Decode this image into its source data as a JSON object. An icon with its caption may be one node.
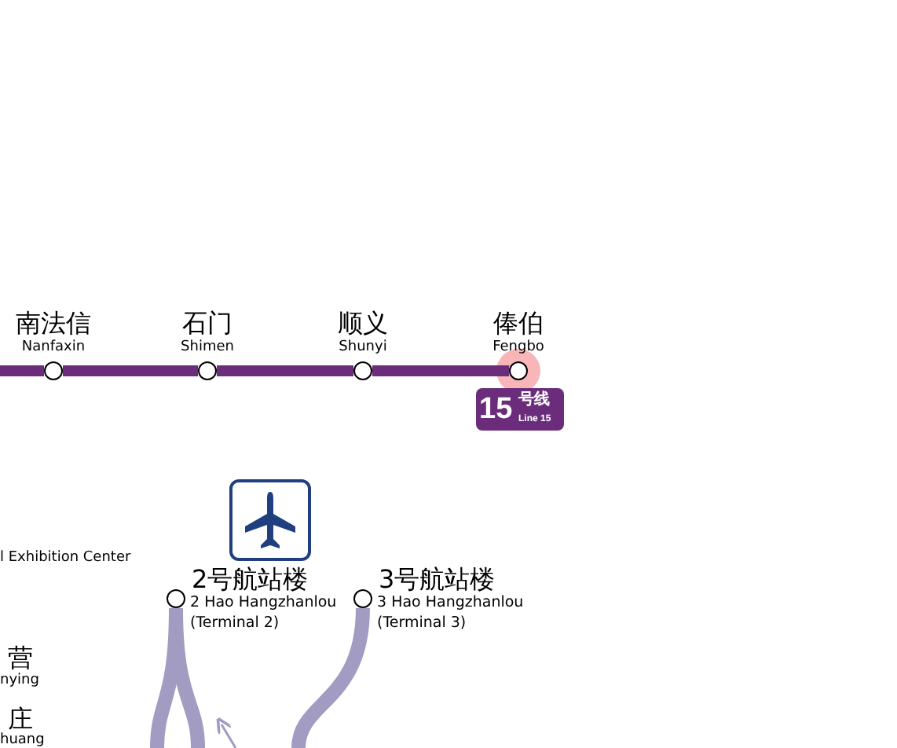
{
  "diagram": {
    "nodes": [
      {
        "text": [
          "南法信",
          "Nanfaxin"
        ]
      },
      {
        "text": [
          "石门",
          "Shimen"
        ]
      },
      {
        "text": [
          "顺义",
          "Shunyi"
        ]
      },
      {
        "text": [
          "俸伯",
          "Fengbo"
        ]
      },
      {
        "text": [
          "15",
          "号线",
          "Line 15"
        ]
      },
      {
        "text": [
          "2号航站楼",
          "2 Hao Hangzhanlou (Terminal 2)"
        ]
      },
      {
        "text": [
          "3号航站楼",
          "3 Hao Hangzhanlou (Terminal 3)"
        ]
      }
    ],
    "edges": [
      {
        "from": null,
        "to": 0,
        "arrow": "none"
      },
      {
        "from": 0,
        "to": 1,
        "arrow": "none"
      },
      {
        "from": 1,
        "to": 2,
        "arrow": "none"
      },
      {
        "from": 2,
        "to": 3,
        "arrow": "none"
      },
      {
        "from": 5,
        "to": null,
        "arrow": "none",
        "color": "#a29bc2"
      },
      {
        "from": 5,
        "to": null,
        "arrow": "none",
        "color": "#a29bc2"
      },
      {
        "from": 6,
        "to": null,
        "arrow": "none",
        "color": "#a29bc2"
      }
    ],
    "labels": [
      "l Exhibition Center",
      "营",
      "nying",
      "庄",
      "huang"
    ]
  }
}
